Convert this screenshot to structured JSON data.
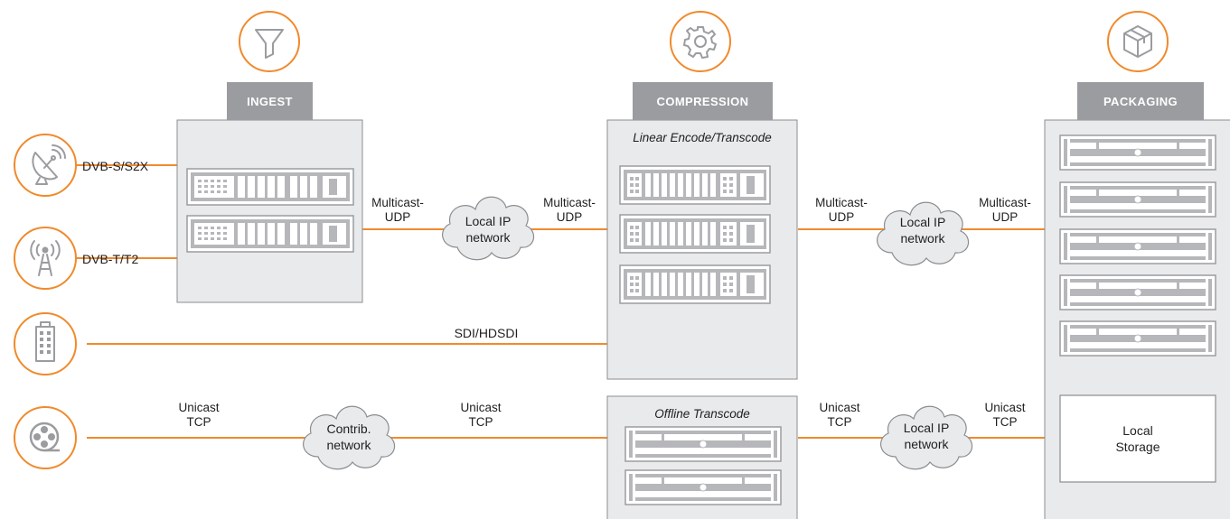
{
  "colors": {
    "accent": "#f08a2c",
    "panel": "#e9eaec",
    "panel_border": "#8b8d90",
    "header": "#9a9c9f",
    "server": "#a8aaad"
  },
  "stages": {
    "ingest": {
      "title": "INGEST",
      "icon": "funnel-icon"
    },
    "compression": {
      "title": "COMPRESSION",
      "icon": "gear-icon",
      "linear_label": "Linear Encode/Transcode",
      "offline_label": "Offline Transcode"
    },
    "packaging": {
      "title": "PACKAGING",
      "icon": "box-icon",
      "storage_line1": "Local",
      "storage_line2": "Storage"
    }
  },
  "sources": [
    {
      "icon": "satellite-dish-icon",
      "label": "DVB-S/S2X"
    },
    {
      "icon": "antenna-tower-icon",
      "label": "DVB-T/T2"
    },
    {
      "icon": "building-icon",
      "label": ""
    },
    {
      "icon": "film-reel-icon",
      "label": ""
    }
  ],
  "links": {
    "sdi": "SDI/HDSDI",
    "ingest_out": [
      "Multicast-",
      "UDP"
    ],
    "comp_in": [
      "Multicast-",
      "UDP"
    ],
    "comp_out": [
      "Multicast-",
      "UDP"
    ],
    "pack_in": [
      "Multicast-",
      "UDP"
    ],
    "contrib_in": [
      "Unicast",
      "TCP"
    ],
    "contrib_out": [
      "Unicast",
      "TCP"
    ],
    "offline_out": [
      "Unicast",
      "TCP"
    ],
    "storage_in": [
      "Unicast",
      "TCP"
    ]
  },
  "clouds": {
    "local_ip_1": [
      "Local IP",
      "network"
    ],
    "local_ip_2": [
      "Local IP",
      "network"
    ],
    "contrib": [
      "Contrib.",
      "network"
    ],
    "local_ip_3": [
      "Local IP",
      "network"
    ]
  }
}
